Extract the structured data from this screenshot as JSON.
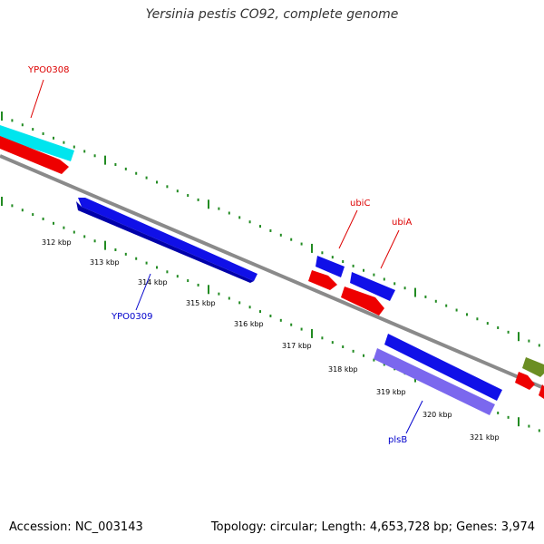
{
  "header": {
    "title": "Yersinia pestis CO92, complete genome"
  },
  "footer": {
    "accession": "Accession: NC_003143",
    "summary": "Topology: circular; Length: 4,653,728 bp; Genes: 3,974"
  },
  "colors": {
    "backbone": "#888888",
    "ticks": "#228B22",
    "forward_gene": "#0000ee",
    "reverse_gene": "#0000ee",
    "cds": "#ee0000",
    "highlight_cyan": "#00e5ee",
    "highlight_purple": "#7b68ee",
    "olive": "#6b8e23",
    "label_red": "#dd0000",
    "label_blue": "#0000cc"
  },
  "scale": {
    "unit": "kbp",
    "ticks": [
      {
        "label": "312 kbp"
      },
      {
        "label": "313 kbp"
      },
      {
        "label": "314 kbp"
      },
      {
        "label": "315 kbp"
      },
      {
        "label": "316 kbp"
      },
      {
        "label": "317 kbp"
      },
      {
        "label": "318 kbp"
      },
      {
        "label": "319 kbp"
      },
      {
        "label": "320 kbp"
      },
      {
        "label": "321 kbp"
      }
    ]
  },
  "genes": {
    "YPO0308": "YPO0308",
    "YPO0309": "YPO0309",
    "ubiC": "ubiC",
    "ubiA": "ubiA",
    "plsB": "plsB"
  }
}
